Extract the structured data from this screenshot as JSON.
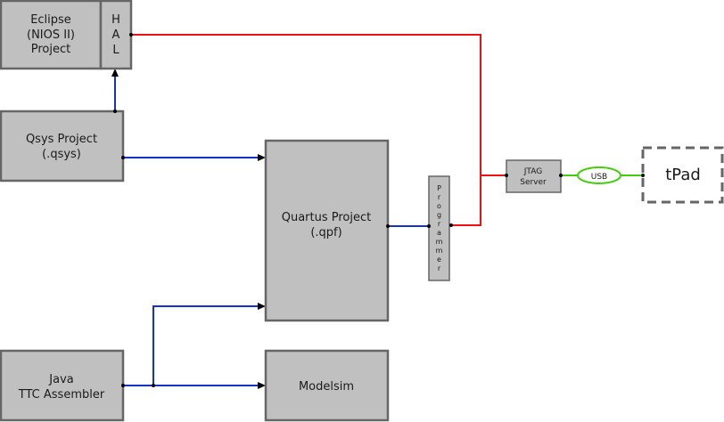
{
  "diagram": {
    "nodes": {
      "eclipse": {
        "lines": [
          "Eclipse",
          "(NIOS II)",
          "Project"
        ]
      },
      "hal": {
        "letters": [
          "H",
          "A",
          "L"
        ]
      },
      "qsys": {
        "lines": [
          "Qsys Project",
          "(.qsys)"
        ]
      },
      "quartus": {
        "lines": [
          "Quartus Project",
          "(.qpf)"
        ]
      },
      "programmer": {
        "letters": [
          "P",
          "r",
          "o",
          "g",
          "r",
          "a",
          "m",
          "m",
          "e",
          "r"
        ]
      },
      "jtag": {
        "lines": [
          "JTAG",
          "Server"
        ]
      },
      "usb": {
        "label": "USB"
      },
      "tpad": {
        "label": "tPad"
      },
      "java": {
        "lines": [
          "Java",
          "TTC Assembler"
        ]
      },
      "modelsim": {
        "label": "Modelsim"
      }
    },
    "edges": [
      {
        "from": "hal",
        "to": "programmer/jtag",
        "color": "red"
      },
      {
        "from": "programmer",
        "to": "jtag",
        "color": "red"
      },
      {
        "from": "qsys",
        "to": "hal",
        "color": "blue"
      },
      {
        "from": "qsys",
        "to": "quartus",
        "color": "blue"
      },
      {
        "from": "quartus",
        "to": "programmer",
        "color": "blue"
      },
      {
        "from": "java",
        "to": "quartus",
        "color": "blue"
      },
      {
        "from": "java",
        "to": "modelsim",
        "color": "blue"
      },
      {
        "from": "jtag",
        "to": "tpad",
        "via": "usb",
        "color": "green"
      }
    ],
    "colors": {
      "red": "#ee1111",
      "blue": "#1133cc",
      "green": "#44cc11",
      "box_fill": "#c0c0c0",
      "box_stroke": "#666666"
    }
  }
}
